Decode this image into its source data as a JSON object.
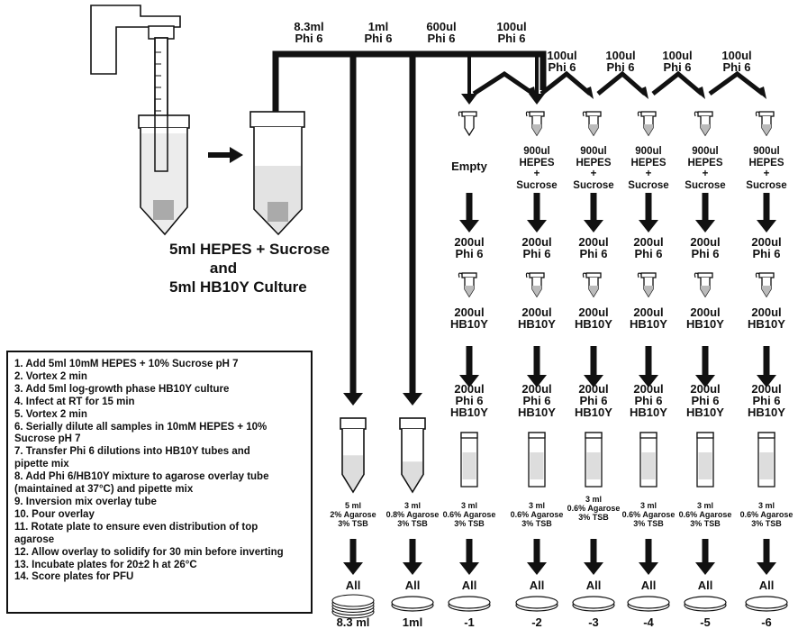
{
  "source": {
    "label": "5ml HEPES + Sucrose\nand\n5ml HB10Y Culture"
  },
  "top_volumes": [
    "8.3ml\nPhi 6",
    "1ml\nPhi 6",
    "600ul\nPhi 6",
    "100ul\nPhi 6"
  ],
  "serial_volume": "100ul\nPhi 6",
  "diluent_empty": "Empty",
  "diluent_label": "900ul\nHEPES\n+\nSucrose",
  "phi_transfer": "200ul\nPhi 6",
  "host_transfer": "200ul\nHB10Y",
  "mixture": "200ul\nPhi 6\nHB10Y",
  "overlay_tubes": [
    "5 ml\n2% Agarose\n3% TSB",
    "3 ml\n0.8% Agarose\n3% TSB",
    "3 ml\n0.6% Agarose\n3% TSB",
    "3 ml\n0.6% Agarose\n3% TSB",
    "3 ml\n0.6% Agarose\n3% TSB",
    "3 ml\n0.6% Agarose\n3% TSB",
    "3 ml\n0.6% Agarose\n3% TSB",
    "3 ml\n0.6% Agarose\n3% TSB"
  ],
  "pour_label": "All",
  "plates": [
    "8.3 ml",
    "1ml",
    "-1",
    "-2",
    "-3",
    "-4",
    "-5",
    "-6"
  ],
  "protocol_steps": [
    "1. Add 5ml 10mM HEPES + 10% Sucrose pH 7",
    "2. Vortex 2 min",
    "3. Add 5ml log-growth phase HB10Y culture",
    "4. Infect at RT for 15 min",
    "5. Vortex 2 min",
    "6. Serially dilute all samples in 10mM HEPES + 10%",
    "Sucrose pH 7",
    "7. Transfer Phi 6 dilutions into HB10Y tubes and",
    "pipette mix",
    "8. Add Phi 6/HB10Y mixture to agarose overlay tube",
    "(maintained at 37°C) and pipette mix",
    "9. Inversion mix overlay tube",
    "10. Pour overlay",
    "11. Rotate plate to ensure even distribution of top",
    "agarose",
    "12. Allow overlay to solidify for 30 min before inverting",
    "13. Incubate plates for 20±2 h at 26°C",
    "14. Score plates for PFU"
  ]
}
